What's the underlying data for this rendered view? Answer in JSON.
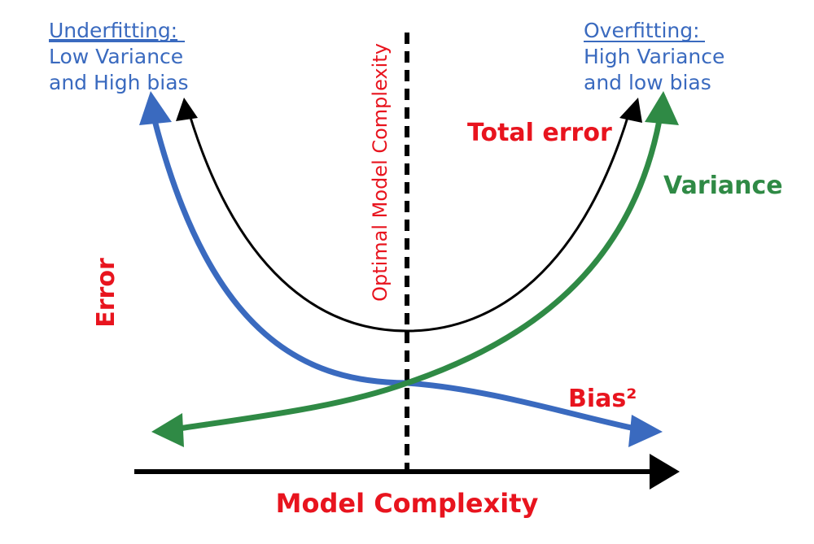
{
  "labels": {
    "underfitting_title": "Underfitting:",
    "underfitting_line1": "Low Variance",
    "underfitting_line2": "and High bias",
    "overfitting_title": "Overfitting:",
    "overfitting_line1": "High Variance",
    "overfitting_line2": "and low bias",
    "optimal": "Optimal Model Complexity",
    "total_error": "Total error",
    "variance": "Variance",
    "bias": "Bias²",
    "y_axis": "Error",
    "x_axis": "Model Complexity"
  },
  "colors": {
    "blue": "#3a6abf",
    "green": "#2f8a45",
    "red": "#e8141e",
    "black": "#000000"
  }
}
